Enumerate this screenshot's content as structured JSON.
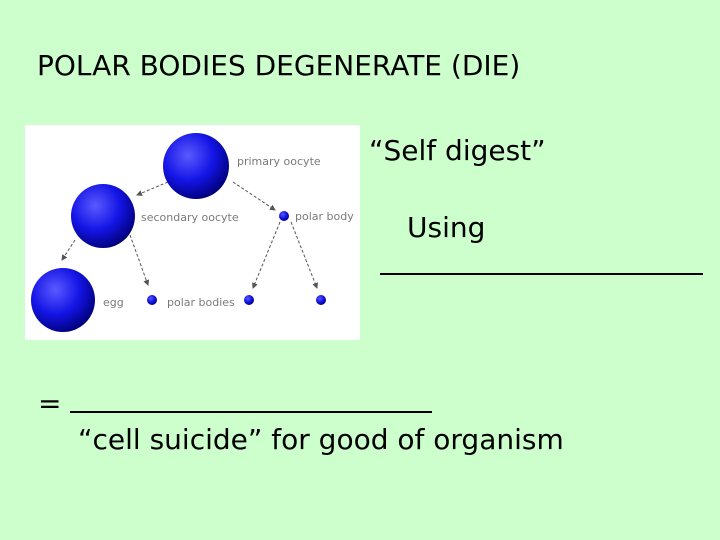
{
  "slide": {
    "title": "POLAR BODIES DEGENERATE (DIE)",
    "self_digest": "“Self digest”",
    "using": "Using",
    "equals": "=",
    "cell_suicide": "“cell suicide” for good of organism"
  },
  "diagram": {
    "labels": {
      "primary_oocyte": "primary oocyte",
      "secondary_oocyte": "secondary oocyte",
      "polar_body": "polar body",
      "egg": "egg",
      "polar_bodies": "polar bodies"
    }
  },
  "colors": {
    "background": "#ccffcc",
    "cell_blue": "#1a1aff",
    "label_gray": "#7a7a7a"
  }
}
